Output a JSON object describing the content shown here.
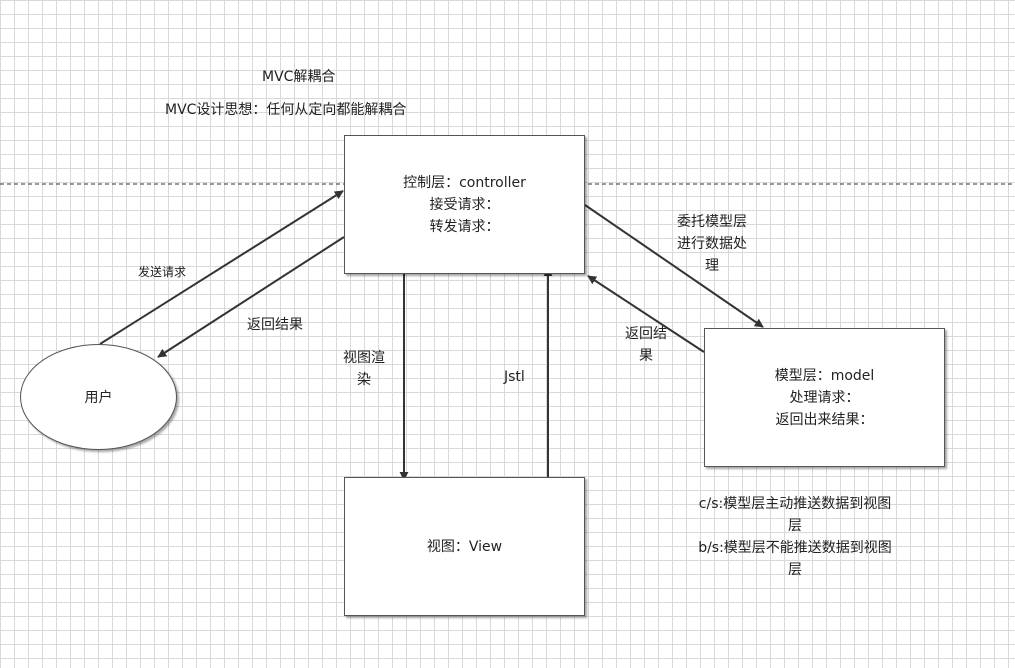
{
  "title": "MVC解耦合",
  "subtitle": "MVC设计思想：任何从定向都能解耦合",
  "controller": {
    "title": "控制层：controller",
    "line1": "接受请求：",
    "line2": "转发请求："
  },
  "model": {
    "title": "模型层：model",
    "line1": "处理请求：",
    "line2": "返回出来结果："
  },
  "view": {
    "title": "视图：View"
  },
  "user": {
    "label": "用户"
  },
  "edges": {
    "send_request": "发送请求",
    "return_result_user": "返回结果",
    "delegate_model_1": "委托模型层",
    "delegate_model_2": "进行数据处",
    "delegate_model_3": "理",
    "return_result_model_1": "返回结",
    "return_result_model_2": "果",
    "view_render_1": "视图渲",
    "view_render_2": "染",
    "jstl": "Jstl"
  },
  "notes": {
    "cs_1": "c/s:模型层主动推送数据到视图",
    "cs_2": "层",
    "bs_1": "b/s:模型层不能推送数据到视图",
    "bs_2": "层"
  },
  "colors": {
    "line": "#333333",
    "box_border": "#555555",
    "grid": "#d9d9d9"
  }
}
